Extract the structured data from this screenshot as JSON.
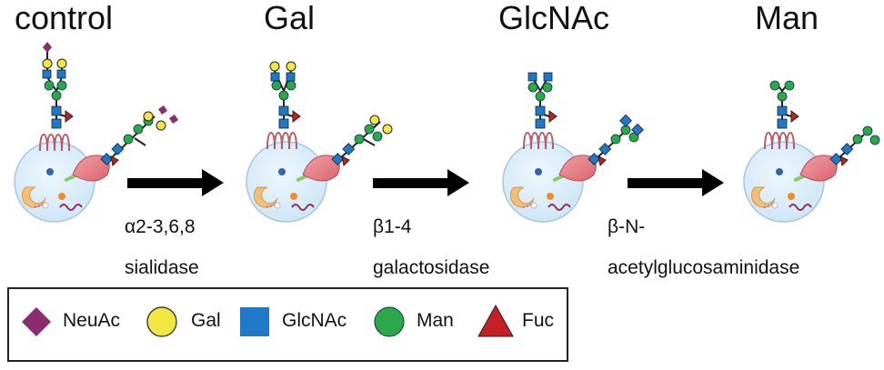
{
  "stages": [
    {
      "title": "control"
    },
    {
      "title": "Gal"
    },
    {
      "title": "GlcNAc"
    },
    {
      "title": "Man"
    }
  ],
  "enzymes": [
    {
      "line1": "α2-3,6,8",
      "line2": "sialidase"
    },
    {
      "line1": "β1-4",
      "line2": "galactosidase"
    },
    {
      "line1": "β-N-",
      "line2": "acetylglucosaminidase"
    }
  ],
  "legend": [
    {
      "label": "NeuAc",
      "shape": "diamond",
      "color": "#8b2c6e"
    },
    {
      "label": "Gal",
      "shape": "circle",
      "color": "#f2e640"
    },
    {
      "label": "GlcNAc",
      "shape": "square",
      "color": "#1f78c8"
    },
    {
      "label": "Man",
      "shape": "circle",
      "color": "#2aa84a"
    },
    {
      "label": "Fuc",
      "shape": "triangle",
      "color": "#c42127"
    }
  ],
  "colors": {
    "neuac": "#8b2c6e",
    "gal": "#f2e640",
    "glcnac": "#1f78c8",
    "man": "#2aa84a",
    "fuc": "#c42127",
    "cell": "#d9ecf8",
    "membrane_protein": "#c97a7a",
    "arrow": "#000000"
  }
}
